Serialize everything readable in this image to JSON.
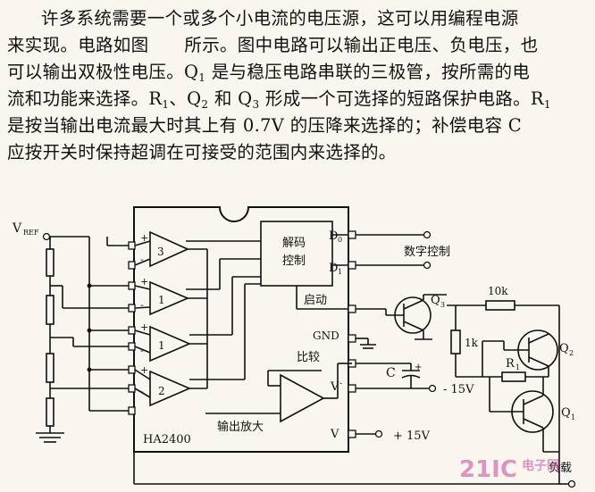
{
  "paragraph": {
    "lines": [
      [
        "许多系统需要一个或多个小电流的电压源，这可以用编程电源"
      ],
      [
        "来实现。电路如图",
        "所示。图中电路可以输出正电压、负电压，也"
      ],
      [
        "可以输出双极性电压。Q",
        "1",
        " 是与稳压电路串联的三极管，按所需的电"
      ],
      [
        "流和功能来选择。R",
        "1",
        "、Q",
        "2",
        " 和 Q",
        "3",
        " 形成一个可选择的短路保护电路。R",
        "1"
      ],
      [
        "是按当输出电流最大时其上有 0.7V 的压降来选择的；补偿电容 C"
      ],
      [
        "应按开关时保持超调在可接受的范围内来选择的。"
      ]
    ]
  },
  "diagram": {
    "vref_label": "V",
    "vref_sub": "REF",
    "ic_name": "HA2400",
    "amp_labels": [
      "3",
      "1",
      "1",
      "2"
    ],
    "decoder_label_1": "解码",
    "decoder_label_2": "控制",
    "pin_d0": "D",
    "pin_d0_sub": "0",
    "pin_d1": "D",
    "pin_d1_sub": "1",
    "enable_label": "启动",
    "gnd_label": "GND",
    "compare_label": "比较",
    "vminus_label": "V",
    "vminus_sign": "-",
    "vplus_label": "V",
    "output_amp_label": "输出放大",
    "digital_control_label": "数字控制",
    "q3_label": "Q",
    "q3_sub": "3",
    "q2_label": "Q",
    "q2_sub": "2",
    "q1_label": "Q",
    "q1_sub": "1",
    "r_10k": "10k",
    "r_1k": "1k",
    "r1_label": "R",
    "r1_sub": "1",
    "cap_label": "C",
    "minus15": "- 15V",
    "plus15": "+ 15V",
    "load_label": "负载",
    "watermark_main": "21IC",
    "watermark_sub": "电子网",
    "pin_plus": "+",
    "pin_minus": "-"
  }
}
